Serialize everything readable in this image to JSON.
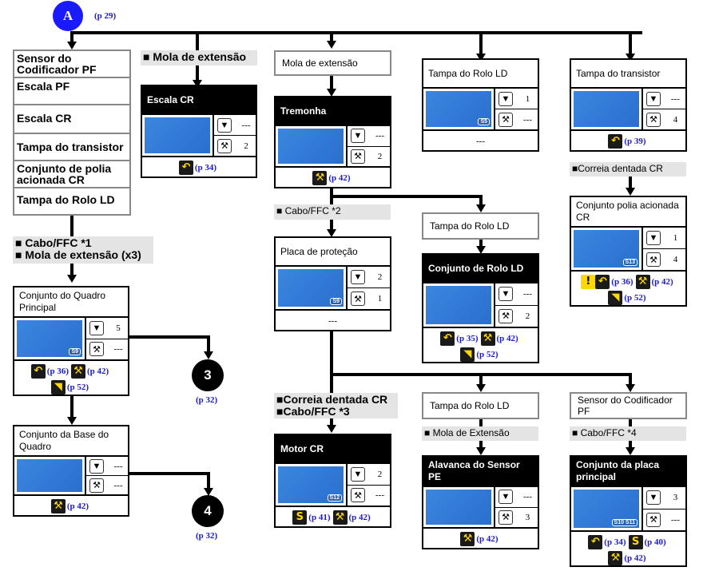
{
  "start": {
    "label": "A",
    "page_ref": "(p 29)"
  },
  "left_list": [
    "Sensor do Codificador PF",
    "Escala PF",
    "Escala CR",
    "Tampa do transistor",
    "Conjunto de polia acionada CR",
    "Tampa do Rolo LD"
  ],
  "tags": {
    "left": [
      "Cabo/FFC *1",
      "Mola de extensão (x3)"
    ],
    "escala": "Mola de extensão",
    "cabo2": "Cabo/FFC *2",
    "motor": [
      "Correia dentada CR",
      "Cabo/FFC *3"
    ],
    "alavanca": "Mola de Extensão",
    "correia": "Correia dentada CR",
    "placa": "Cabo/FFC *4"
  },
  "plain_boxes": {
    "mola": "Mola de extensão",
    "tampa_rolo_1": "Tampa do Rolo LD",
    "tampa_rolo_2": "Tampa do Rolo LD",
    "sensor_pf": "Sensor do Codificador PF"
  },
  "connectors": [
    {
      "label": "3",
      "page_ref": "(p 32)"
    },
    {
      "label": "4",
      "page_ref": "(p 32)"
    }
  ],
  "cards": {
    "quadro": {
      "title": "Conjunto do Quadro Principal",
      "screw": "5",
      "wrench": "---",
      "badge": "S9",
      "refs": [
        [
          "undo",
          "(p 36)"
        ],
        [
          "wrench",
          "(p 42)"
        ],
        [
          "oil",
          "(p 52)"
        ]
      ]
    },
    "base": {
      "title": "Conjunto da Base do Quadro",
      "screw": "---",
      "wrench": "---",
      "badge": "",
      "refs": [
        [
          "wrench",
          "(p 42)"
        ]
      ]
    },
    "escala": {
      "title": "Escala CR",
      "screw": "---",
      "wrench": "2",
      "badge": "",
      "refs": [
        [
          "undo",
          "(p 34)"
        ]
      ]
    },
    "tremonha": {
      "title": "Tremonha",
      "screw": "---",
      "wrench": "2",
      "badge": "",
      "refs": [
        [
          "wrench",
          "(p 42)"
        ]
      ]
    },
    "placa_protecao": {
      "title": "Placa de proteção",
      "screw": "2",
      "wrench": "1",
      "badge": "S9",
      "footer_text": "---"
    },
    "motor": {
      "title": "Motor CR",
      "screw": "2",
      "wrench": "---",
      "badge": "S12",
      "refs": [
        [
          "route",
          "(p 41)"
        ],
        [
          "wrench",
          "(p 42)"
        ]
      ]
    },
    "tampa_rolo": {
      "title": "Tampa do Rolo LD",
      "screw": "1",
      "wrench": "---",
      "badge": "S5",
      "footer_text": "---"
    },
    "rolo_ld": {
      "title": "Conjunto de Rolo LD",
      "screw": "---",
      "wrench": "2",
      "badge": "",
      "refs": [
        [
          "undo",
          "(p 35)"
        ],
        [
          "wrench",
          "(p 42)"
        ],
        [
          "oil",
          "(p 52)"
        ]
      ]
    },
    "alavanca": {
      "title": "Alavanca do Sensor PE",
      "screw": "---",
      "wrench": "3",
      "badge": "",
      "refs": [
        [
          "wrench",
          "(p 42)"
        ]
      ]
    },
    "transistor": {
      "title": "Tampa do transistor",
      "screw": "---",
      "wrench": "4",
      "badge": "",
      "refs": [
        [
          "undo",
          "(p 39)"
        ]
      ]
    },
    "polia": {
      "title": "Conjunto polia acionada CR",
      "screw": "1",
      "wrench": "4",
      "badge": "S13",
      "refs": [
        [
          "warn",
          ""
        ],
        [
          "undo",
          "(p 36)"
        ],
        [
          "wrench",
          "(p 42)"
        ],
        [
          "oil",
          "(p 52)"
        ]
      ]
    },
    "placa_principal": {
      "title": "Conjunto da placa principal",
      "screw": "3",
      "wrench": "---",
      "badge": "S10 S11",
      "refs": [
        [
          "undo",
          "(p 34)"
        ],
        [
          "route",
          "(p 40)"
        ],
        [
          "wrench",
          "(p 42)"
        ]
      ]
    }
  },
  "icons": {
    "screw": "screw-icon",
    "wrench": "wrench-icon",
    "undo": "reassembly-icon",
    "route": "cable-routing-icon",
    "oil": "lubrication-icon",
    "warn": "caution-icon"
  }
}
